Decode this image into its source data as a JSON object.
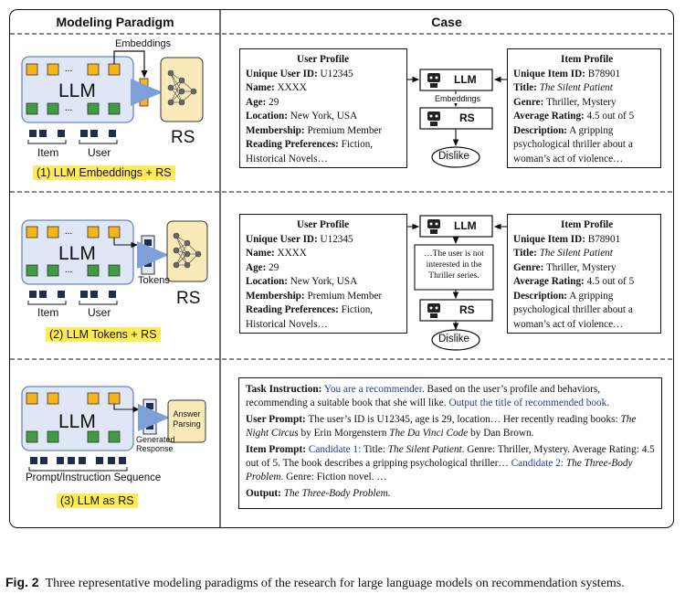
{
  "headers": {
    "left": "Modeling Paradigm",
    "right": "Case"
  },
  "paradigm1": {
    "embeddings_label": "Embeddings",
    "llm_label": "LLM",
    "rs_label": "RS",
    "item_label": "Item",
    "user_label": "User",
    "ellipsis": "...",
    "caption": "(1) LLM Embeddings + RS"
  },
  "paradigm2": {
    "llm_label": "LLM",
    "tokens_label": "Tokens",
    "rs_label": "RS",
    "item_label": "Item",
    "user_label": "User",
    "ellipsis": "...",
    "caption": "(2) LLM Tokens + RS"
  },
  "paradigm3": {
    "llm_label": "LLM",
    "generated_line1": "Generated",
    "generated_line2": "Response",
    "parsing_line1": "Answer",
    "parsing_line2": "Parsing",
    "sequence_label": "Prompt/Instruction Sequence",
    "caption": "(3) LLM as RS"
  },
  "user_profile": {
    "title": "User Profile",
    "rows": [
      {
        "label": "Unique User ID:",
        "value": " U12345"
      },
      {
        "label": "Name:",
        "value": " XXXX"
      },
      {
        "label": "Age:",
        "value": " 29"
      },
      {
        "label": "Location:",
        "value": " New York, USA"
      },
      {
        "label": "Membership:",
        "value": " Premium Member"
      },
      {
        "label": "Reading Preferences:",
        "value": " Fiction, Historical Novels…"
      }
    ]
  },
  "item_profile": {
    "title": "Item Profile",
    "id_label": "Unique Item ID:",
    "id_value": " B78901",
    "title_label": "Title:",
    "title_value": "The Silent Patient",
    "genre_label": "Genre:",
    "genre_value": " Thriller, Mystery",
    "rating_label": "Average Rating:",
    "rating_value": " 4.5 out of 5",
    "desc_label": "Description:",
    "desc_value": " A gripping psychological thriller about a woman’s act of violence…"
  },
  "case1": {
    "llm": "LLM",
    "embeddings": "Embeddings",
    "rs": "RS",
    "result": "Dislike"
  },
  "case2": {
    "llm": "LLM",
    "note": "…The user is not interested in the Thriller series.",
    "rs": "RS",
    "result": "Dislike"
  },
  "case3": {
    "task_label": "Task Instruction:",
    "task_blue1": "You are a recommender",
    "task_text": ". Based on the user’s profile and behaviors, recommending a suitable book that she will like. ",
    "task_blue2": "Output the title of recommended book.",
    "user_prompt_label": "User Prompt:",
    "user_prompt_text1": " The user’s ID is U12345, age is 29, location… Her recently reading books: ",
    "book1": "The Night Circus",
    "by1": " by Erin Morgenstern ",
    "book2": "The Da Vinci Code",
    "by2": " by Dan Brown.",
    "item_prompt_label": "Item Prompt:",
    "cand1": "Candidate 1:",
    "item_text1": " Title: ",
    "item_title1": "The Silent Patient",
    "item_text2": ". Genre: Thriller, Mystery. Average Rating: 4.5 out of 5. The book describes a gripping psychological thriller… ",
    "cand2": "Candidate 2:",
    "item_title2": "The Three-Body Problem",
    "item_text3": ". Genre: Fiction novel. …",
    "output_label": "Output:",
    "output_value": "The Three-Body Problem."
  },
  "caption": {
    "fig": "Fig. 2",
    "text": "Three representative modeling paradigms of the research for large language models on recommendation systems."
  },
  "colors": {
    "llm_fill": "#dfe6f5",
    "yellow_token": "#f5b519",
    "green_token": "#3f9c43",
    "rs_fill": "#fbeab9",
    "caption_highlight": "#ffeb55",
    "blue_text": "#1f3c99"
  }
}
